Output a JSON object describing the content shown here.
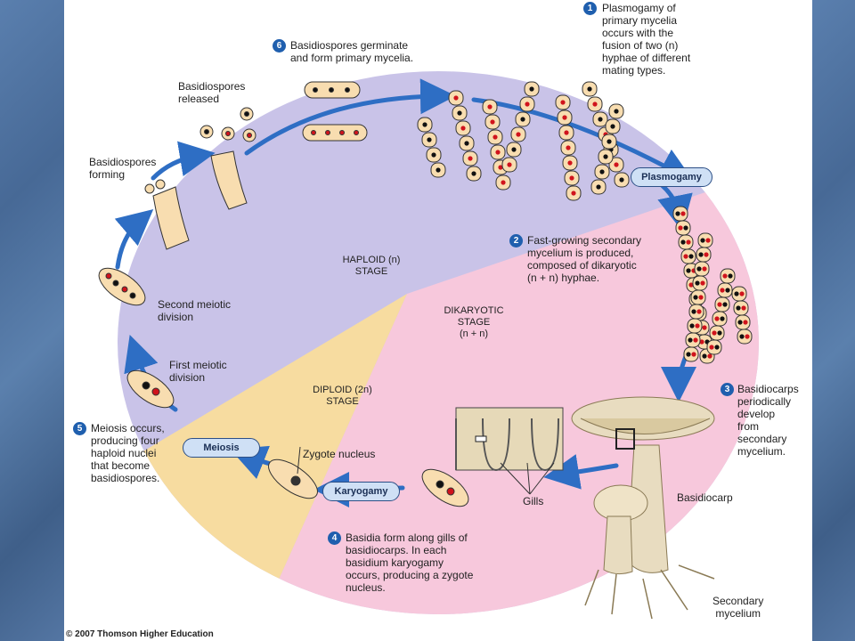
{
  "colors": {
    "haploid": "#c9c3e8",
    "dikaryotic": "#f7c8dc",
    "diploid": "#f7dca0",
    "arrow": "#2e6ec4",
    "cell_fill": "#f8ddb0",
    "nucleus_black": "#111111",
    "nucleus_red": "#d0131c",
    "mushroom": "#e8dcc0",
    "background_slide": "#4d6f9b"
  },
  "stages": {
    "haploid": "HAPLOID (n)\nSTAGE",
    "dikaryotic": "DIKARYOTIC\nSTAGE\n(n + n)",
    "diploid": "DIPLOID (2n)\nSTAGE"
  },
  "process_labels": {
    "plasmogamy": "Plasmogamy",
    "karyogamy": "Karyogamy",
    "meiosis": "Meiosis"
  },
  "labels": {
    "basidiospores_released": "Basidiospores\nreleased",
    "basidiospores_forming": "Basidiospores\nforming",
    "second_meiotic": "Second meiotic\ndivision",
    "first_meiotic": "First meiotic\ndivision",
    "zygote_nucleus": "Zygote nucleus",
    "gills": "Gills",
    "basidiocarp": "Basidiocarp",
    "secondary_mycelium": "Secondary\nmycelium"
  },
  "steps": [
    {
      "num": "1",
      "text": "Plasmogamy of\nprimary mycelia\noccurs with the\nfusion of two (n)\nhyphae of different\nmating types."
    },
    {
      "num": "2",
      "text": "Fast-growing secondary\nmycelium is produced,\ncomposed of dikaryotic\n(n + n) hyphae."
    },
    {
      "num": "3",
      "text": "Basidiocarps\nperiodically\ndevelop\nfrom\nsecondary\nmycelium."
    },
    {
      "num": "4",
      "text": "Basidia form along gills of\nbasidiocarps. In each\nbasidium karyogamy\noccurs, producing a zygote\nnucleus."
    },
    {
      "num": "5",
      "text": "Meiosis occurs,\nproducing four\nhaploid nuclei\nthat become\nbasidiospores."
    },
    {
      "num": "6",
      "text": "Basidiospores germinate\nand form primary mycelia."
    }
  ],
  "copyright": "© 2007 Thomson Higher Education"
}
